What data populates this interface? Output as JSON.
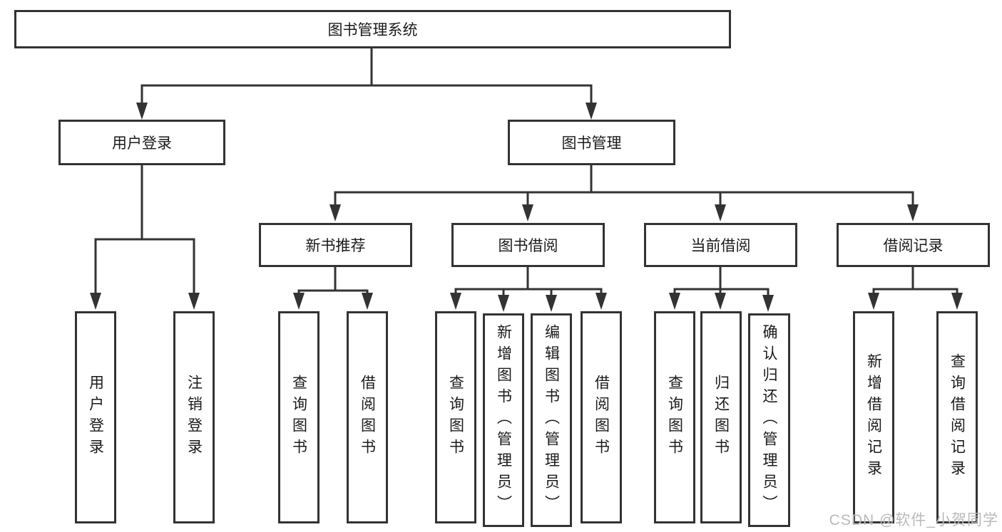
{
  "tree": {
    "root": {
      "label": "图书管理系统"
    },
    "children": [
      {
        "label": "用户登录",
        "children": [
          {
            "label": "用户登录"
          },
          {
            "label": "注销登录"
          }
        ]
      },
      {
        "label": "图书管理",
        "children": [
          {
            "label": "新书推荐",
            "children": [
              {
                "label": "查询图书"
              },
              {
                "label": "借阅图书"
              }
            ]
          },
          {
            "label": "图书借阅",
            "children": [
              {
                "label": "查询图书"
              },
              {
                "label": "新增图书（管理员）"
              },
              {
                "label": "编辑图书（管理员）"
              },
              {
                "label": "借阅图书"
              }
            ]
          },
          {
            "label": "当前借阅",
            "children": [
              {
                "label": "查询图书"
              },
              {
                "label": "归还图书"
              },
              {
                "label": "确认归还（管理员）"
              }
            ]
          },
          {
            "label": "借阅记录",
            "children": [
              {
                "label": "新增借阅记录"
              },
              {
                "label": "查询借阅记录"
              }
            ]
          }
        ]
      }
    ]
  },
  "watermark": {
    "text": "CSDN @软件_小贺同学"
  },
  "colors": {
    "line": "#333333",
    "text": "#1a1a1a",
    "background": "#ffffff",
    "watermark": "#b9b9b9"
  }
}
